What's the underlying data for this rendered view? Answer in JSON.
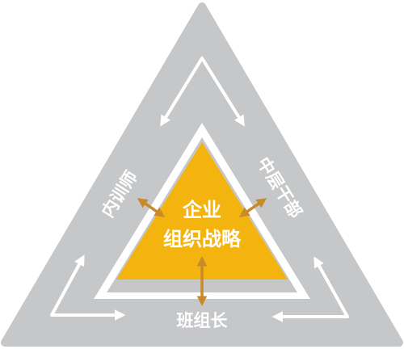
{
  "diagram": {
    "core": {
      "line1": "企业",
      "line2": "组织战略"
    },
    "left_side": "内训师",
    "right_side": "中层干部",
    "bottom_side": "班组长"
  },
  "colors": {
    "outer_triangle": "#c6c7c9",
    "inner_band": "#ffffff",
    "middle_triangle": "#c6c7c9",
    "core_triangle": "#f4b410",
    "arrow_orange": "#c98a2c",
    "arrow_white": "#ffffff"
  }
}
